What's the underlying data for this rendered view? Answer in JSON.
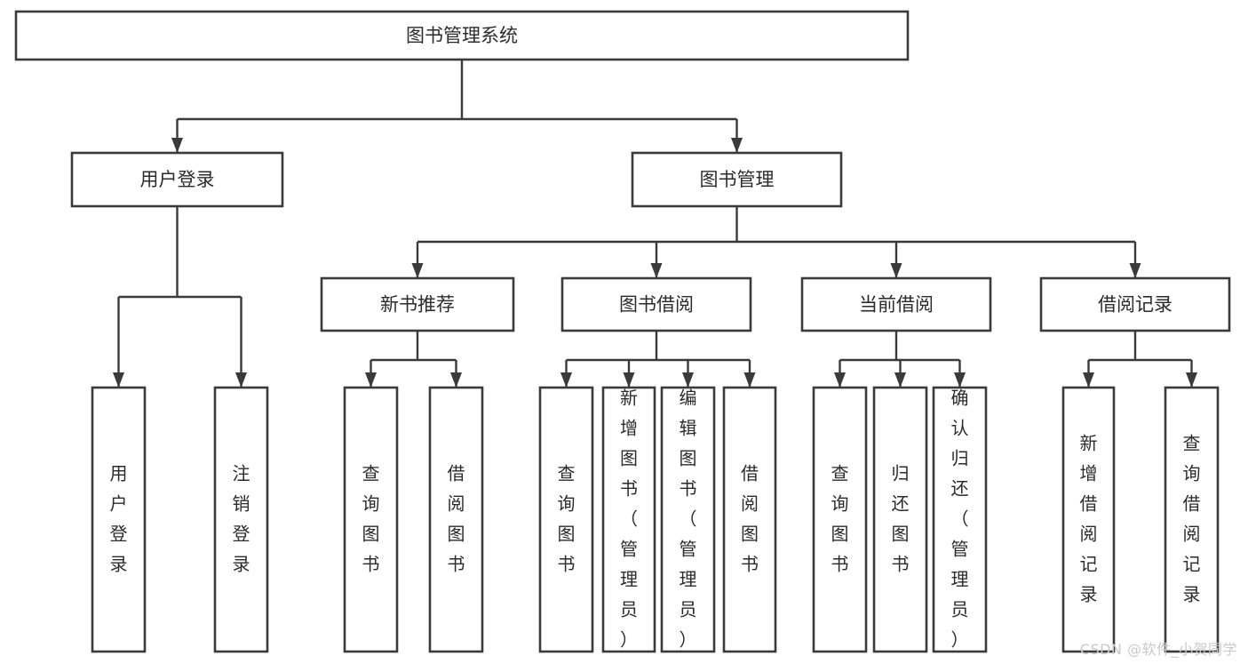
{
  "diagram": {
    "title": "图书管理系统",
    "type": "tree-hierarchy-diagram",
    "orientation": "top-down",
    "colors": {
      "stroke": "#3a3a3a",
      "box_fill": "#ffffff",
      "text": "#2b2b2b",
      "background": "#ffffff",
      "watermark": "#c9c9c9"
    },
    "nodes": {
      "root": {
        "label": "图书管理系统",
        "level": 0,
        "orientation": "horizontal"
      },
      "user_login": {
        "label": "用户登录",
        "level": 1,
        "orientation": "horizontal"
      },
      "book_manage": {
        "label": "图书管理",
        "level": 1,
        "orientation": "horizontal"
      },
      "new_book_rec": {
        "label": "新书推荐",
        "level": 2,
        "orientation": "horizontal"
      },
      "book_borrow": {
        "label": "图书借阅",
        "level": 2,
        "orientation": "horizontal"
      },
      "current_borrow": {
        "label": "当前借阅",
        "level": 2,
        "orientation": "horizontal"
      },
      "borrow_record": {
        "label": "借阅记录",
        "level": 2,
        "orientation": "horizontal"
      },
      "leaf_user_login": {
        "label": "用户登录",
        "level": 3,
        "orientation": "vertical"
      },
      "leaf_logout": {
        "label": "注销登录",
        "level": 3,
        "orientation": "vertical"
      },
      "leaf_query_book_a": {
        "label": "查询图书",
        "level": 3,
        "orientation": "vertical"
      },
      "leaf_borrow_book_a": {
        "label": "借阅图书",
        "level": 3,
        "orientation": "vertical"
      },
      "leaf_query_book_b": {
        "label": "查询图书",
        "level": 3,
        "orientation": "vertical"
      },
      "leaf_add_book": {
        "label": "新增图书（管理员）",
        "level": 3,
        "orientation": "vertical"
      },
      "leaf_edit_book": {
        "label": "编辑图书（管理员）",
        "level": 3,
        "orientation": "vertical"
      },
      "leaf_borrow_book_b": {
        "label": "借阅图书",
        "level": 3,
        "orientation": "vertical"
      },
      "leaf_query_book_c": {
        "label": "查询图书",
        "level": 3,
        "orientation": "vertical"
      },
      "leaf_return_book": {
        "label": "归还图书",
        "level": 3,
        "orientation": "vertical"
      },
      "leaf_confirm_return": {
        "label": "确认归还（管理员）",
        "level": 3,
        "orientation": "vertical"
      },
      "leaf_add_record": {
        "label": "新增借阅记录",
        "level": 3,
        "orientation": "vertical"
      },
      "leaf_query_record": {
        "label": "查询借阅记录",
        "level": 3,
        "orientation": "vertical"
      }
    },
    "edges": [
      {
        "from": "root",
        "to": "user_login"
      },
      {
        "from": "root",
        "to": "book_manage"
      },
      {
        "from": "user_login",
        "to": "leaf_user_login"
      },
      {
        "from": "user_login",
        "to": "leaf_logout"
      },
      {
        "from": "book_manage",
        "to": "new_book_rec"
      },
      {
        "from": "book_manage",
        "to": "book_borrow"
      },
      {
        "from": "book_manage",
        "to": "current_borrow"
      },
      {
        "from": "book_manage",
        "to": "borrow_record"
      },
      {
        "from": "new_book_rec",
        "to": "leaf_query_book_a"
      },
      {
        "from": "new_book_rec",
        "to": "leaf_borrow_book_a"
      },
      {
        "from": "book_borrow",
        "to": "leaf_query_book_b"
      },
      {
        "from": "book_borrow",
        "to": "leaf_add_book"
      },
      {
        "from": "book_borrow",
        "to": "leaf_edit_book"
      },
      {
        "from": "book_borrow",
        "to": "leaf_borrow_book_b"
      },
      {
        "from": "current_borrow",
        "to": "leaf_query_book_c"
      },
      {
        "from": "current_borrow",
        "to": "leaf_return_book"
      },
      {
        "from": "current_borrow",
        "to": "leaf_confirm_return"
      },
      {
        "from": "borrow_record",
        "to": "leaf_add_record"
      },
      {
        "from": "borrow_record",
        "to": "leaf_query_record"
      }
    ]
  },
  "watermark": {
    "text": "CSDN @软件_小贺同学"
  }
}
